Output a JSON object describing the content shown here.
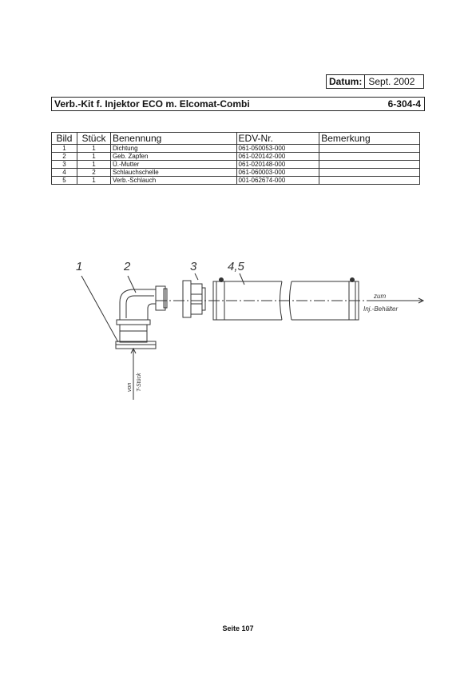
{
  "header": {
    "datum_label": "Datum:",
    "datum_value": "Sept. 2002",
    "title": "Verb.-Kit f. Injektor ECO m. Elcomat-Combi",
    "code": "6-304-4"
  },
  "table": {
    "columns": [
      "Bild",
      "Stück",
      "Benennung",
      "EDV-Nr.",
      "Bemerkung"
    ],
    "rows": [
      [
        "1",
        "1",
        "Dichtung",
        "061-050053-000",
        ""
      ],
      [
        "2",
        "1",
        "Geb. Zapfen",
        "061-020142-000",
        ""
      ],
      [
        "3",
        "1",
        "Ü.-Mutter",
        "061-020148-000",
        ""
      ],
      [
        "4",
        "2",
        "Schlauchschelle",
        "061-060003-000",
        ""
      ],
      [
        "5",
        "1",
        "Verb.-Schlauch",
        "001-062674-000",
        ""
      ]
    ]
  },
  "drawing": {
    "labels": [
      "1",
      "2",
      "3",
      "4,5"
    ],
    "annotation_to_line1": "zum",
    "annotation_to_line2": "Inj.-Behälter",
    "annotation_from_line1": "von",
    "annotation_from_line2": "T-Stück"
  },
  "footer": {
    "page": "Seite 107"
  }
}
